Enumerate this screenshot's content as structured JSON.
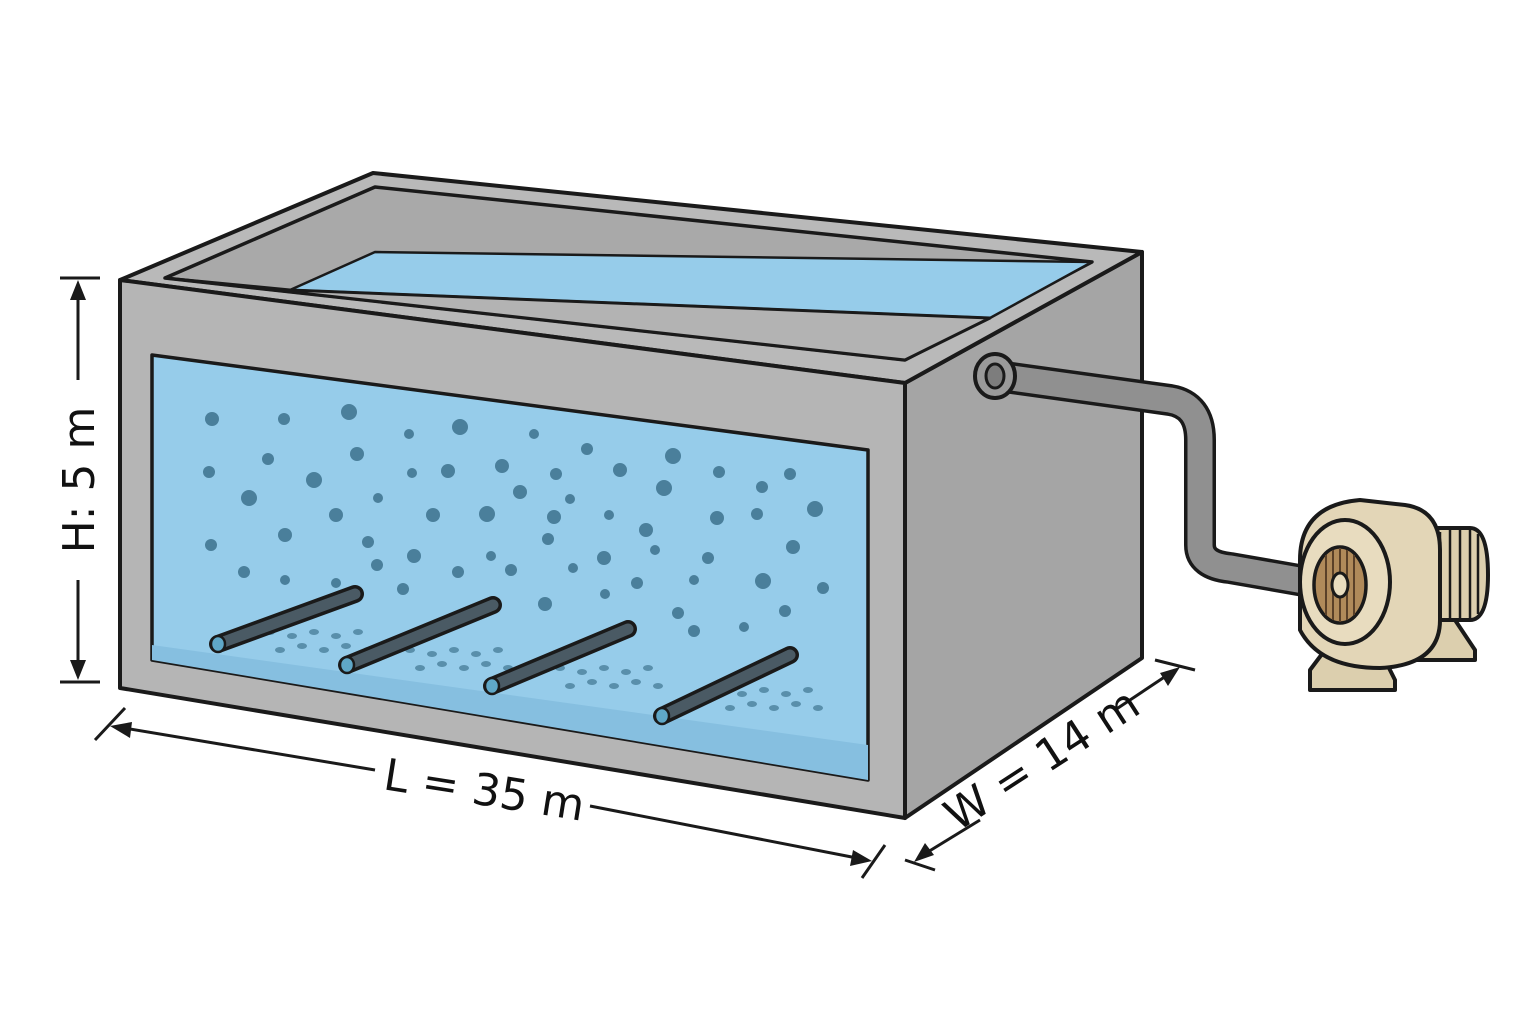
{
  "dimensions": {
    "height_label": "H: 5 m",
    "length_label": "L = 35 m",
    "width_label": "W = 14 m"
  },
  "colors": {
    "tank_concrete": "#b5b5b5",
    "tank_side": "#a4a4a4",
    "water": "#96ccea",
    "bubbles": "#4a7f9b",
    "diffuser_pipe": "#4a5a64",
    "air_pipe": "#8f8f8f",
    "blower": "#e0d3b4",
    "outline": "#1a1a1a"
  },
  "components": {
    "tank": "aeration-tank",
    "diffusers": 4,
    "blower": "air-blower"
  }
}
